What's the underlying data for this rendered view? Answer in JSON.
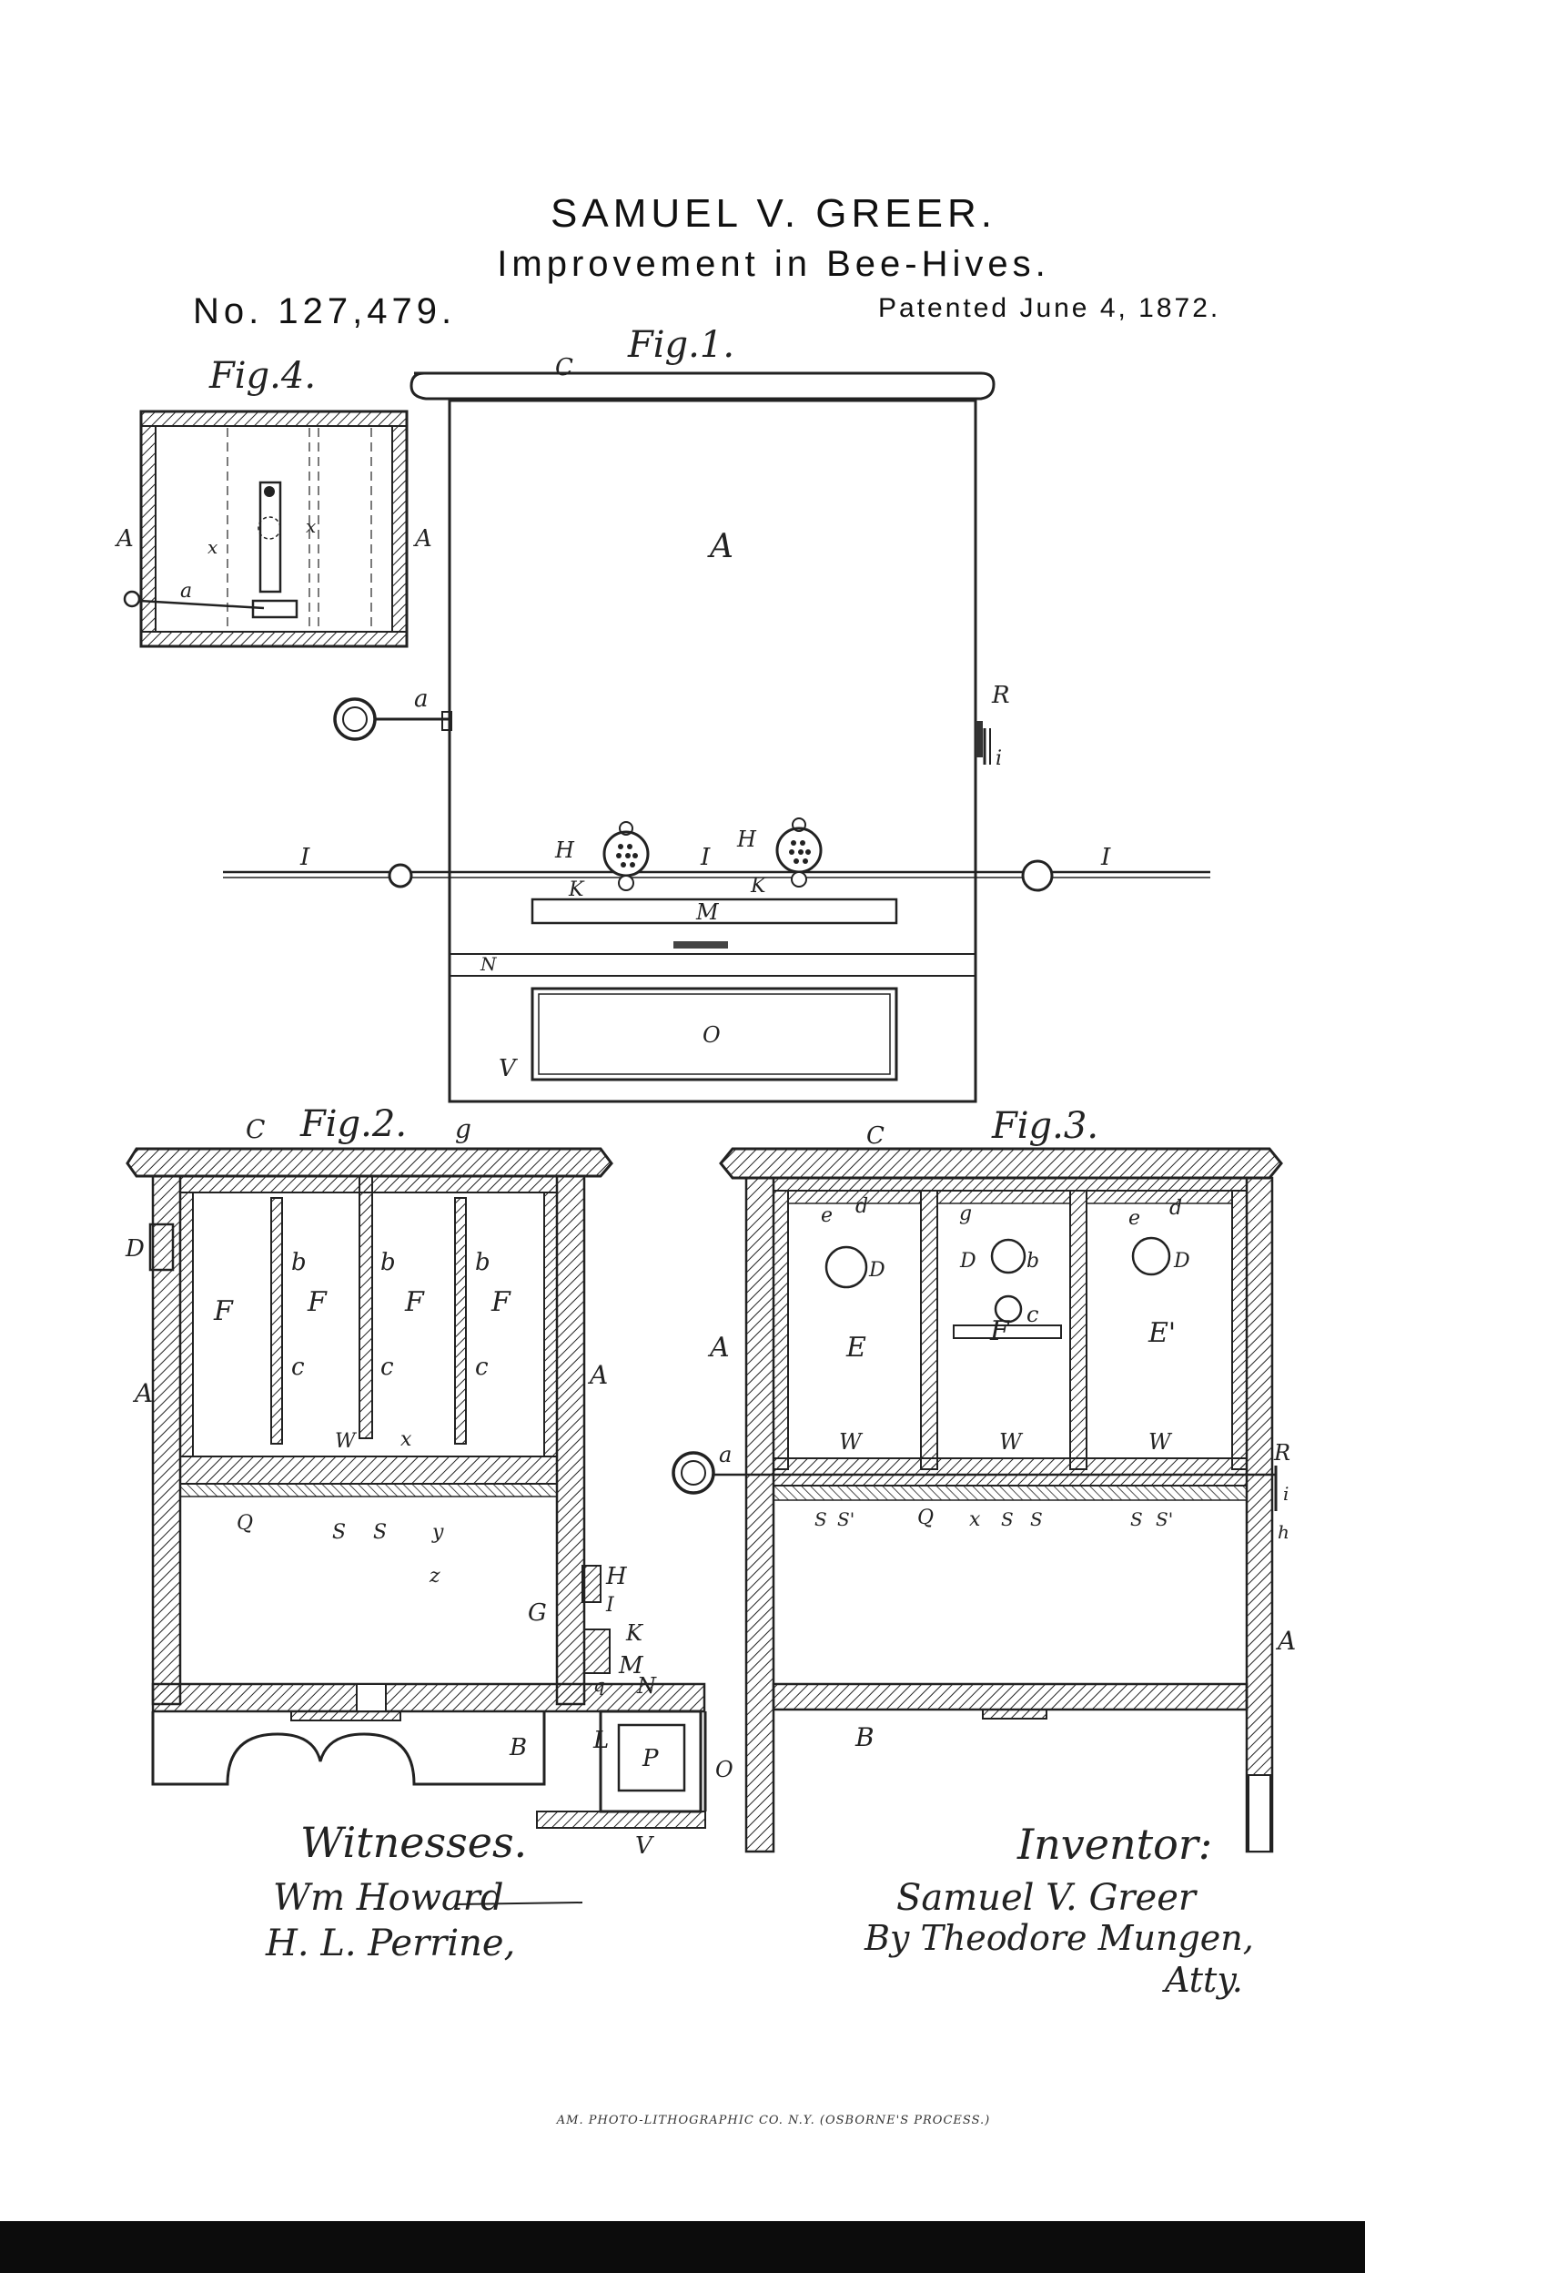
{
  "header": {
    "inventor": "SAMUEL V. GREER.",
    "title": "Improvement in Bee-Hives.",
    "patent_number": "No. 127,479.",
    "patent_date": "Patented June 4, 1872."
  },
  "figures": {
    "fig1": "Fig.1.",
    "fig2": "Fig.2.",
    "fig3": "Fig.3.",
    "fig4": "Fig.4."
  },
  "labels": {
    "fig1": [
      "C",
      "A",
      "a",
      "R",
      "i",
      "I",
      "I",
      "I",
      "H",
      "H",
      "K",
      "K",
      "M",
      "N",
      "O",
      "V"
    ],
    "fig2": [
      "C",
      "g",
      "D",
      "F",
      "F",
      "F",
      "F",
      "b",
      "b",
      "b",
      "c",
      "c",
      "c",
      "A",
      "A",
      "W",
      "x",
      "Q",
      "S",
      "S",
      "y",
      "z",
      "H",
      "I",
      "G",
      "K",
      "M",
      "q",
      "N",
      "B",
      "L",
      "P",
      "O",
      "V"
    ],
    "fig3": [
      "C",
      "e",
      "d",
      "g",
      "e",
      "d",
      "D",
      "D",
      "b",
      "D",
      "A",
      "E",
      "F",
      "E'",
      "c",
      "W",
      "W",
      "W",
      "a",
      "R",
      "i",
      "h",
      "S",
      "S'",
      "Q",
      "x",
      "S",
      "S",
      "S",
      "S'",
      "A",
      "B"
    ],
    "fig4": [
      "A",
      "A",
      "a",
      "x",
      "x"
    ]
  },
  "signatures": {
    "witnesses_heading": "Witnesses.",
    "witness_1": "Wm Howard",
    "witness_2": "H. L. Perrine,",
    "inventor_heading": "Inventor:",
    "inventor_signature": "Samuel V. Greer",
    "attorney": "By Theodore Mungen,",
    "attorney_suffix": "Atty."
  },
  "footer": {
    "credit": "AM. PHOTO-LITHOGRAPHIC CO. N.Y. (OSBORNE'S PROCESS.)"
  }
}
